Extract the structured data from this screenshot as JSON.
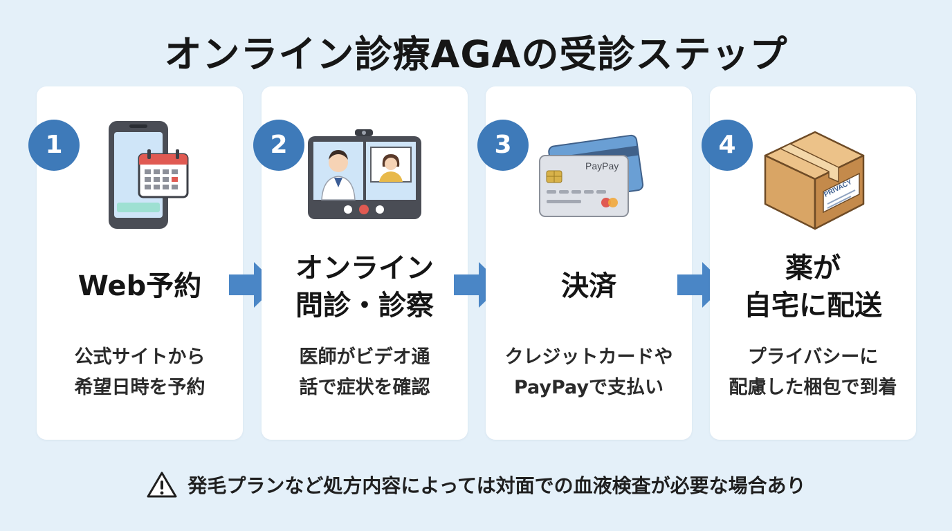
{
  "title": "オンライン診療AGAの受診ステップ",
  "steps": [
    {
      "number": "1",
      "title_lines": [
        "Web予約"
      ],
      "desc_lines": [
        "公式サイトから",
        "希望日時を予約"
      ],
      "icon": "smartphone-calendar-icon"
    },
    {
      "number": "2",
      "title_lines": [
        "オンライン",
        "問診・診察"
      ],
      "desc_lines": [
        "医師がビデオ通",
        "話で症状を確認"
      ],
      "icon": "video-call-icon"
    },
    {
      "number": "3",
      "title_lines": [
        "決済"
      ],
      "desc_lines": [
        "クレジットカードや",
        "PayPayで支払い"
      ],
      "icon": "credit-card-icon",
      "card_brand": "PayPay"
    },
    {
      "number": "4",
      "title_lines": [
        "薬が",
        "自宅に配送"
      ],
      "desc_lines": [
        "プライバシーに",
        "配慮した梱包で到着"
      ],
      "icon": "package-box-icon",
      "box_label": "PRIVACY"
    }
  ],
  "note": {
    "icon": "warning-icon",
    "text": "発毛プランなど処方内容によっては対面での血液検査が必要な場合あり"
  },
  "colors": {
    "background": "#e4f0f9",
    "accent": "#3e7ab9",
    "arrow": "#4a86c6",
    "card": "#ffffff"
  }
}
